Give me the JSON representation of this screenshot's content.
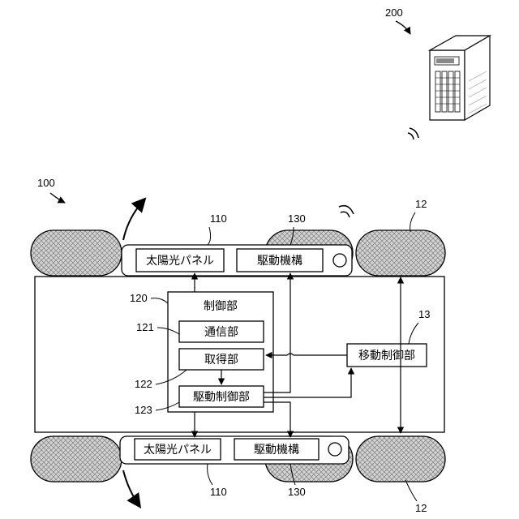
{
  "refs": {
    "server": "200",
    "vehicle": "100",
    "solar_panel": "110",
    "drive_mechanism": "130",
    "wheel": "12",
    "movement_controller": "13",
    "controller": "120",
    "communication": "121",
    "acquisition": "122",
    "drive_controller": "123"
  },
  "labels": {
    "solar_panel_top": "太陽光パネル",
    "drive_mechanism_top": "駆動機構",
    "solar_panel_bottom": "太陽光パネル",
    "drive_mechanism_bottom": "駆動機構",
    "controller": "制御部",
    "communication": "通信部",
    "acquisition": "取得部",
    "drive_controller": "駆動制御部",
    "movement_controller": "移動制御部"
  },
  "icons": {
    "server": "server-tower-icon",
    "wireless": "wireless-signal-icon",
    "rotation": "curved-arrow-icon"
  },
  "colors": {
    "line": "#000000",
    "wheel_fill": "#cfcfcf",
    "background": "#ffffff"
  }
}
